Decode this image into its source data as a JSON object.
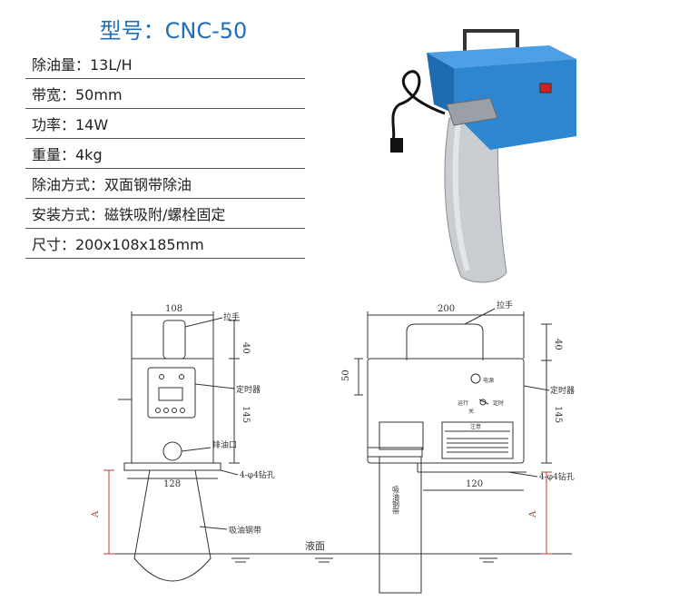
{
  "product": {
    "model_label": "型号：CNC-50"
  },
  "specs": [
    {
      "text": "除油量：13L/H"
    },
    {
      "text": "带宽：50mm"
    },
    {
      "text": "功率：14W"
    },
    {
      "text": "重量：4kg"
    },
    {
      "text": "除油方式：双面钢带除油"
    },
    {
      "text": "安装方式：磁铁吸附/螺栓固定"
    },
    {
      "text": "尺寸：200x108x185mm"
    }
  ],
  "drawing": {
    "side_view": {
      "dim_top": "108",
      "dim_bottom": "128",
      "dim_handle": "40",
      "dim_body": "145",
      "dim_level": "A",
      "label_handle": "拉手",
      "label_timer": "定时器",
      "label_drain": "排油口",
      "label_holes": "4-φ4钻孔",
      "label_belt": "吸油钢带"
    },
    "front_view": {
      "dim_top": "200",
      "dim_bottom": "120",
      "dim_left": "50",
      "dim_handle": "40",
      "dim_body": "145",
      "dim_level": "A",
      "label_handle": "拉手",
      "label_timer": "定时器",
      "label_holes": "4-φ4钻孔",
      "label_belt": "吸油钢带",
      "label_power": "电源",
      "label_run": "运行",
      "label_timing": "定时",
      "label_off": "关",
      "label_warning": "注意"
    },
    "liquid_label": "液面"
  },
  "colors": {
    "title": "#1f6fb8",
    "machine_blue": "#2e86d1",
    "line": "#333333",
    "dim_red": "#c0392b"
  }
}
